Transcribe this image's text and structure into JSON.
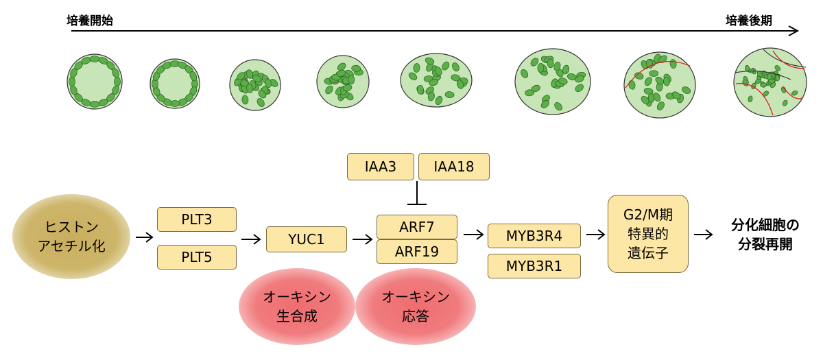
{
  "timeline": {
    "start_label": "培養開始",
    "end_label": "培養後期"
  },
  "cells": [
    {
      "name": "cell-stage-1"
    },
    {
      "name": "cell-stage-2"
    },
    {
      "name": "cell-stage-3"
    },
    {
      "name": "cell-stage-4"
    },
    {
      "name": "cell-stage-5"
    },
    {
      "name": "cell-stage-6"
    },
    {
      "name": "cell-stage-7"
    },
    {
      "name": "cell-stage-8"
    }
  ],
  "colors": {
    "cell_fill": "#c8e5b7",
    "chloroplast": "#5cae49",
    "division_line": "#e02020",
    "gene_box": "#fce7a6"
  },
  "nodes": {
    "histone": {
      "line1": "ヒストン",
      "line2": "アセチル化"
    },
    "plt3": "PLT3",
    "plt5": "PLT5",
    "yuc1": "YUC1",
    "iaa3": "IAA3",
    "iaa18": "IAA18",
    "arf7": "ARF7",
    "arf19": "ARF19",
    "myb3r4": "MYB3R4",
    "myb3r1": "MYB3R1",
    "g2m": {
      "line1": "G2/M期",
      "line2": "特異的",
      "line3": "遺伝子"
    },
    "auxin_synthesis": {
      "line1": "オーキシン",
      "line2": "生合成"
    },
    "auxin_response": {
      "line1": "オーキシン",
      "line2": "応答"
    },
    "result": {
      "line1": "分化細胞の",
      "line2": "分裂再開"
    }
  }
}
